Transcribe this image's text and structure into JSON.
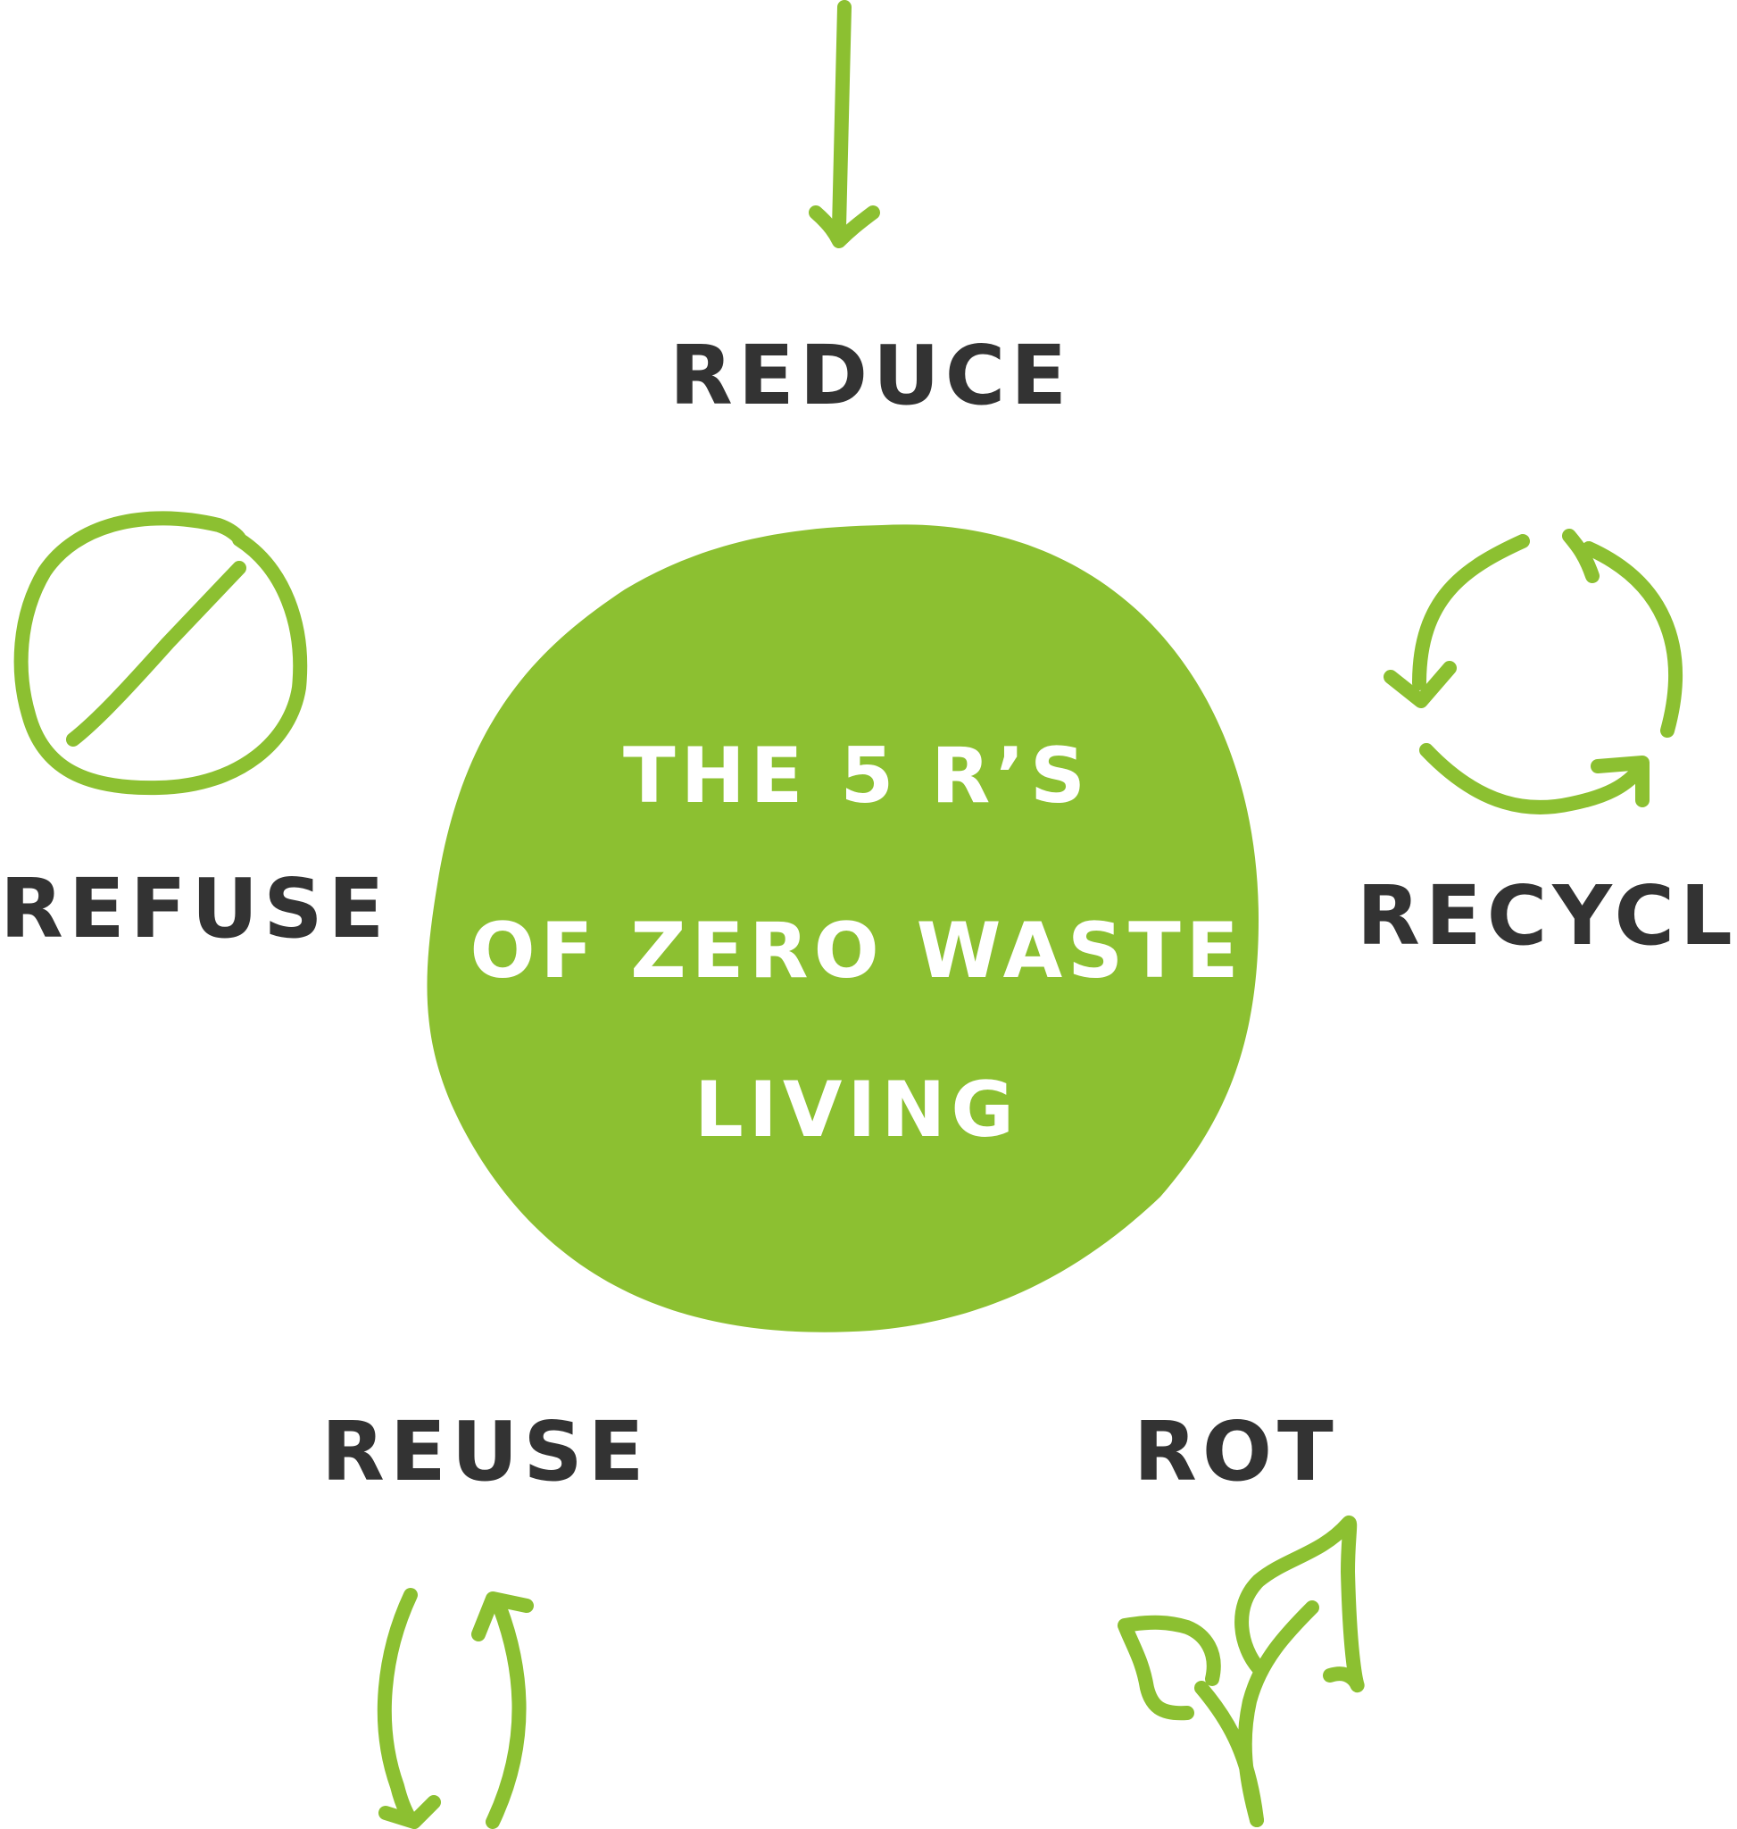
{
  "center": {
    "line1": "THE 5 R’S",
    "line2": "OF ZERO WASTE",
    "line3": "LIVING"
  },
  "items": {
    "reduce": "REDUCE",
    "refuse": "REFUSE",
    "recycle": "RECYCLE",
    "reuse": "REUSE",
    "rot": "ROT"
  },
  "colors": {
    "accent": "#8cc031",
    "text": "#333333",
    "center_text": "#ffffff",
    "background": "#ffffff"
  },
  "icons": {
    "reduce": "down-arrow-icon",
    "refuse": "prohibited-icon",
    "recycle": "recycle-icon",
    "reuse": "reuse-arrows-icon",
    "rot": "sprout-icon"
  }
}
